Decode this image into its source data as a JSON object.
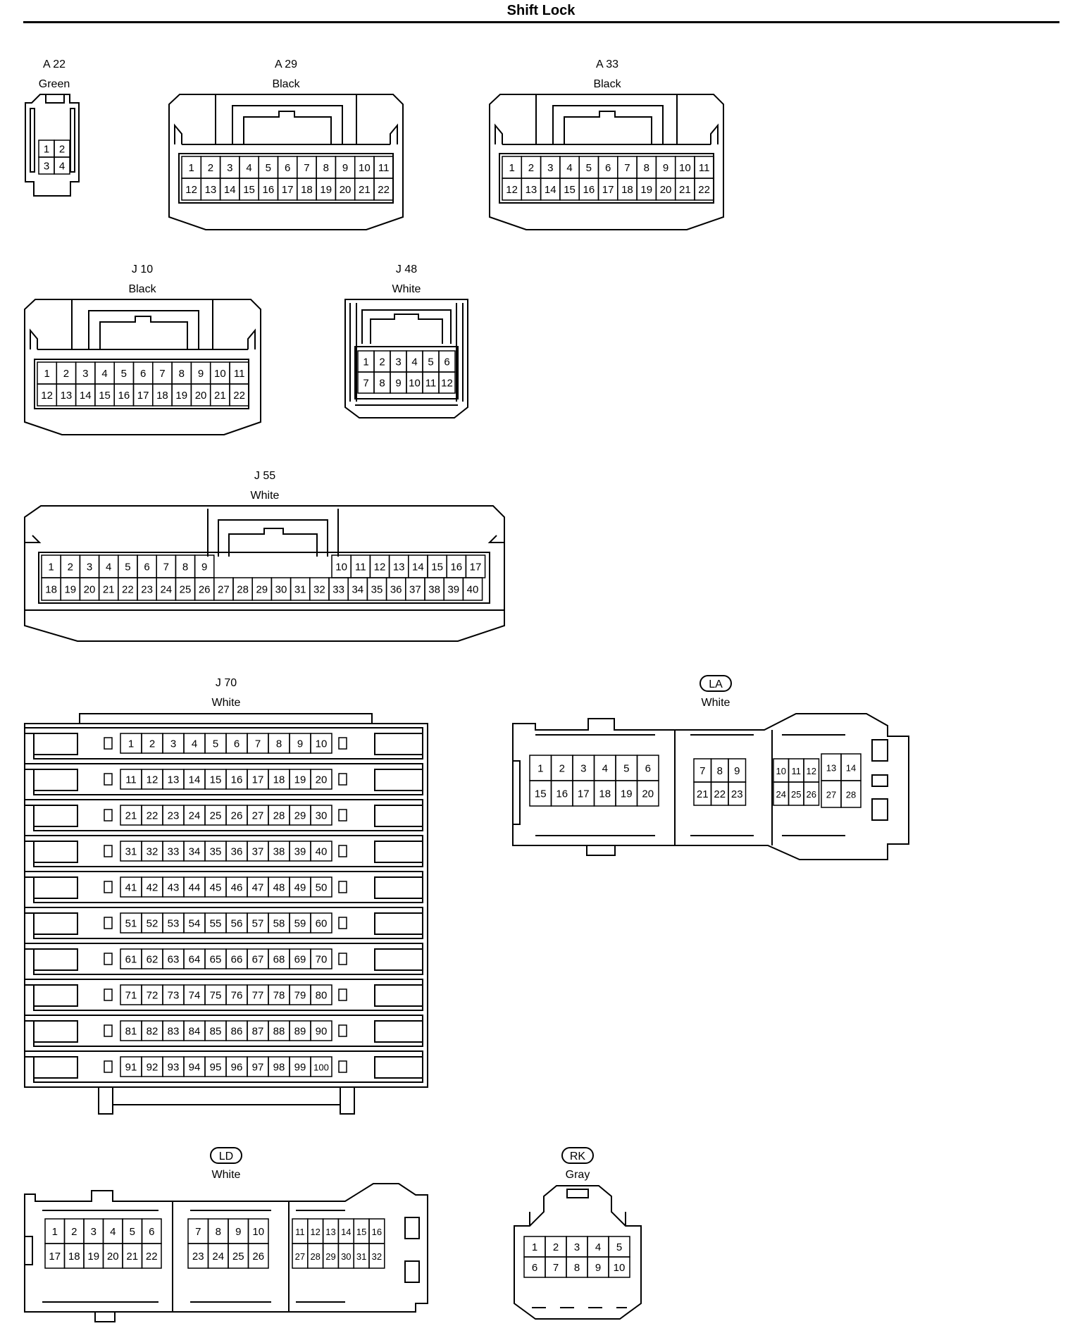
{
  "page_title": "Shift Lock",
  "connectors": {
    "a22": {
      "code": "A 22",
      "color": "Green",
      "rows": [
        [
          1,
          2
        ],
        [
          3,
          4
        ]
      ]
    },
    "a29": {
      "code": "A 29",
      "color": "Black",
      "rows": [
        [
          1,
          2,
          3,
          4,
          5,
          6,
          7,
          8,
          9,
          10,
          11
        ],
        [
          12,
          13,
          14,
          15,
          16,
          17,
          18,
          19,
          20,
          21,
          22
        ]
      ]
    },
    "a33": {
      "code": "A 33",
      "color": "Black",
      "rows": [
        [
          1,
          2,
          3,
          4,
          5,
          6,
          7,
          8,
          9,
          10,
          11
        ],
        [
          12,
          13,
          14,
          15,
          16,
          17,
          18,
          19,
          20,
          21,
          22
        ]
      ]
    },
    "j10": {
      "code": "J 10",
      "color": "Black",
      "rows": [
        [
          1,
          2,
          3,
          4,
          5,
          6,
          7,
          8,
          9,
          10,
          11
        ],
        [
          12,
          13,
          14,
          15,
          16,
          17,
          18,
          19,
          20,
          21,
          22
        ]
      ]
    },
    "j48": {
      "code": "J 48",
      "color": "White",
      "rows": [
        [
          1,
          2,
          3,
          4,
          5,
          6
        ],
        [
          7,
          8,
          9,
          10,
          11,
          12
        ]
      ]
    },
    "j55": {
      "code": "J 55",
      "color": "White",
      "top_left": [
        1,
        2,
        3,
        4,
        5,
        6,
        7,
        8,
        9
      ],
      "top_right": [
        10,
        11,
        12,
        13,
        14,
        15,
        16,
        17
      ],
      "bottom": [
        18,
        19,
        20,
        21,
        22,
        23,
        24,
        25,
        26,
        27,
        28,
        29,
        30,
        31,
        32,
        33,
        34,
        35,
        36,
        37,
        38,
        39,
        40
      ]
    },
    "j70": {
      "code": "J 70",
      "color": "White",
      "rows": [
        [
          1,
          2,
          3,
          4,
          5,
          6,
          7,
          8,
          9,
          10
        ],
        [
          11,
          12,
          13,
          14,
          15,
          16,
          17,
          18,
          19,
          20
        ],
        [
          21,
          22,
          23,
          24,
          25,
          26,
          27,
          28,
          29,
          30
        ],
        [
          31,
          32,
          33,
          34,
          35,
          36,
          37,
          38,
          39,
          40
        ],
        [
          41,
          42,
          43,
          44,
          45,
          46,
          47,
          48,
          49,
          50
        ],
        [
          51,
          52,
          53,
          54,
          55,
          56,
          57,
          58,
          59,
          60
        ],
        [
          61,
          62,
          63,
          64,
          65,
          66,
          67,
          68,
          69,
          70
        ],
        [
          71,
          72,
          73,
          74,
          75,
          76,
          77,
          78,
          79,
          80
        ],
        [
          81,
          82,
          83,
          84,
          85,
          86,
          87,
          88,
          89,
          90
        ],
        [
          91,
          92,
          93,
          94,
          95,
          96,
          97,
          98,
          99,
          100
        ]
      ]
    },
    "la": {
      "code": "LA",
      "color": "White",
      "blocks": [
        {
          "rows": [
            [
              1,
              2,
              3,
              4,
              5,
              6
            ],
            [
              15,
              16,
              17,
              18,
              19,
              20
            ]
          ]
        },
        {
          "rows": [
            [
              7,
              8,
              9
            ],
            [
              21,
              22,
              23
            ]
          ]
        },
        {
          "rows": [
            [
              10,
              11,
              12
            ],
            [
              24,
              25,
              26
            ]
          ]
        },
        {
          "rows": [
            [
              13,
              14
            ],
            [
              27,
              28
            ]
          ]
        }
      ]
    },
    "ld": {
      "code": "LD",
      "color": "White",
      "blocks": [
        {
          "rows": [
            [
              1,
              2,
              3,
              4,
              5,
              6
            ],
            [
              17,
              18,
              19,
              20,
              21,
              22
            ]
          ]
        },
        {
          "rows": [
            [
              7,
              8,
              9,
              10
            ],
            [
              23,
              24,
              25,
              26
            ]
          ]
        },
        {
          "rows": [
            [
              11,
              12,
              13,
              14,
              15,
              16
            ],
            [
              27,
              28,
              29,
              30,
              31,
              32
            ]
          ]
        }
      ]
    },
    "rk": {
      "code": "RK",
      "color": "Gray",
      "rows": [
        [
          1,
          2,
          3,
          4,
          5
        ],
        [
          6,
          7,
          8,
          9,
          10
        ]
      ]
    }
  }
}
